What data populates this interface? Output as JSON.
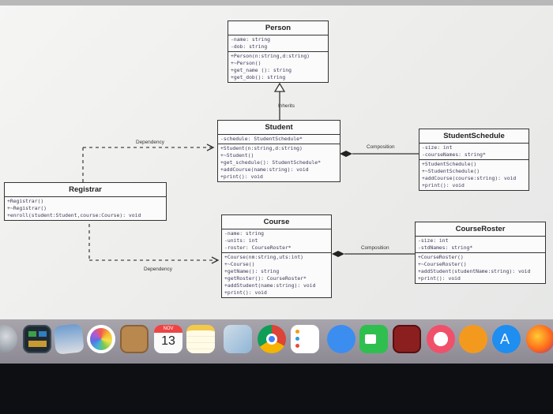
{
  "diagram": {
    "classes": {
      "person": {
        "name": "Person",
        "attributes": [
          "-name: string",
          "-dob: string"
        ],
        "methods": [
          "+Person(n:string,d:string)",
          "+~Person()",
          "+get_name (): string",
          "+get_dob(): string"
        ]
      },
      "student": {
        "name": "Student",
        "attributes": [
          "-schedule: StudentSchedule*"
        ],
        "methods": [
          "+Student(n:string,d:string)",
          "+~Student()",
          "+get_schedule(): StudentSchedule*",
          "+addCourse(name:string): void",
          "+print(): void"
        ]
      },
      "student_schedule": {
        "name": "StudentSchedule",
        "attributes": [
          "-size: int",
          "-courseNames: string*"
        ],
        "methods": [
          "+StudentSchedule()",
          "+~StudentSchedule()",
          "+addCourse(course:string): void",
          "+print(): void"
        ]
      },
      "registrar": {
        "name": "Registrar",
        "attributes": [],
        "methods": [
          "+Registrar()",
          "+~Registrar()",
          "+enroll(student:Student,course:Course): void"
        ]
      },
      "course": {
        "name": "Course",
        "attributes": [
          "-name: string",
          "-units: int",
          "-roster: CourseRoster*"
        ],
        "methods": [
          "+Course(nm:string,uts:int)",
          "+~Course()",
          "+getName(): string",
          "+getRoster(): CourseRoster*",
          "+addStudent(name:string): void",
          "+print(): void"
        ]
      },
      "course_roster": {
        "name": "CourseRoster",
        "attributes": [
          "-size: int",
          "-stdNames: string*"
        ],
        "methods": [
          "+CourseRoster()",
          "+~CourseRoster()",
          "+addStudent(studentName:string): void",
          "+print(): void"
        ]
      }
    },
    "relations": {
      "inherits": "Inherits",
      "dependency_top": "Dependency",
      "dependency_bottom": "Dependency",
      "composition_top": "Composition",
      "composition_bottom": "Composition"
    }
  },
  "dock": {
    "calendar_month": "NOV",
    "calendar_day": "13",
    "icons": [
      "launchpad-icon",
      "mission-control-icon",
      "preview-icon",
      "photos-icon",
      "contacts-icon",
      "calendar-icon",
      "notes-icon",
      "preview-files-icon",
      "chrome-icon",
      "reminders-icon",
      "messages-icon",
      "facetime-icon",
      "photo-booth-icon",
      "music-icon",
      "books-icon",
      "app-store-icon",
      "firefox-icon"
    ]
  },
  "colors": {
    "line": "#333333",
    "member_text": "#3b3b5a",
    "background": "#f0f0ee"
  }
}
